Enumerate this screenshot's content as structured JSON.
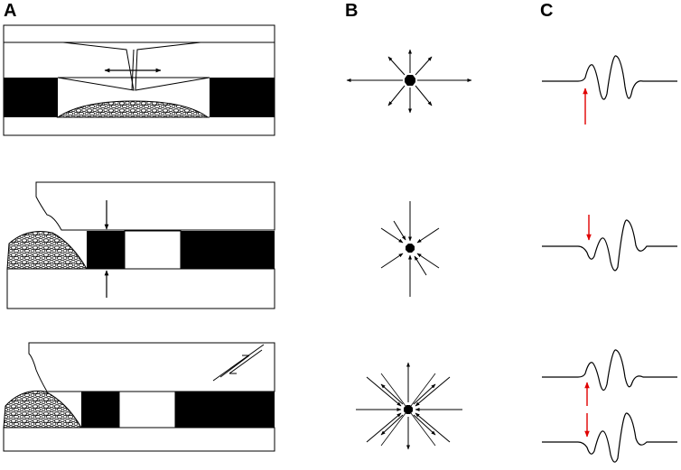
{
  "panels": {
    "a": {
      "label": "A"
    },
    "b": {
      "label": "B"
    },
    "c": {
      "label": "C"
    }
  },
  "colors": {
    "ink": "#000000",
    "paper": "#ffffff",
    "onset_arrow": "#e00000"
  },
  "icons": {
    "explosion": "radial-outward-arrows-icon",
    "implosion": "radial-inward-arrows-icon",
    "shear": "mixed-radial-arrows-icon",
    "onset": "red-arrow-icon"
  }
}
